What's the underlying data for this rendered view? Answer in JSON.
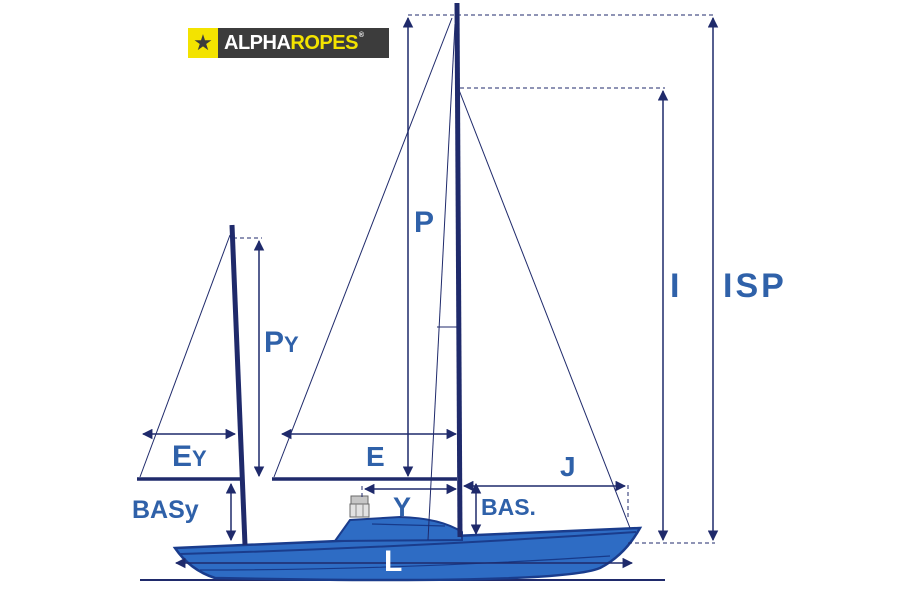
{
  "logo": {
    "part1": "ALPHA",
    "part2": "ROPES",
    "trademark": "®",
    "star_icon": "star-icon"
  },
  "labels": {
    "isp": "ISP",
    "i": "I",
    "p": "P",
    "j": "J",
    "e": "E",
    "py_main": "P",
    "py_sub": "Y",
    "ey_main": "E",
    "ey_sub": "Y",
    "basy": "BASy",
    "bas": "BAS.",
    "y": "Y",
    "l": "L"
  },
  "colors": {
    "hull": "#2e6cc4",
    "hull_dark": "#1a3c8c",
    "navy": "#1f2a6b",
    "label": "#2f61a9",
    "logo_bg": "#3c3c3c",
    "logo_accent": "#f3e300"
  }
}
